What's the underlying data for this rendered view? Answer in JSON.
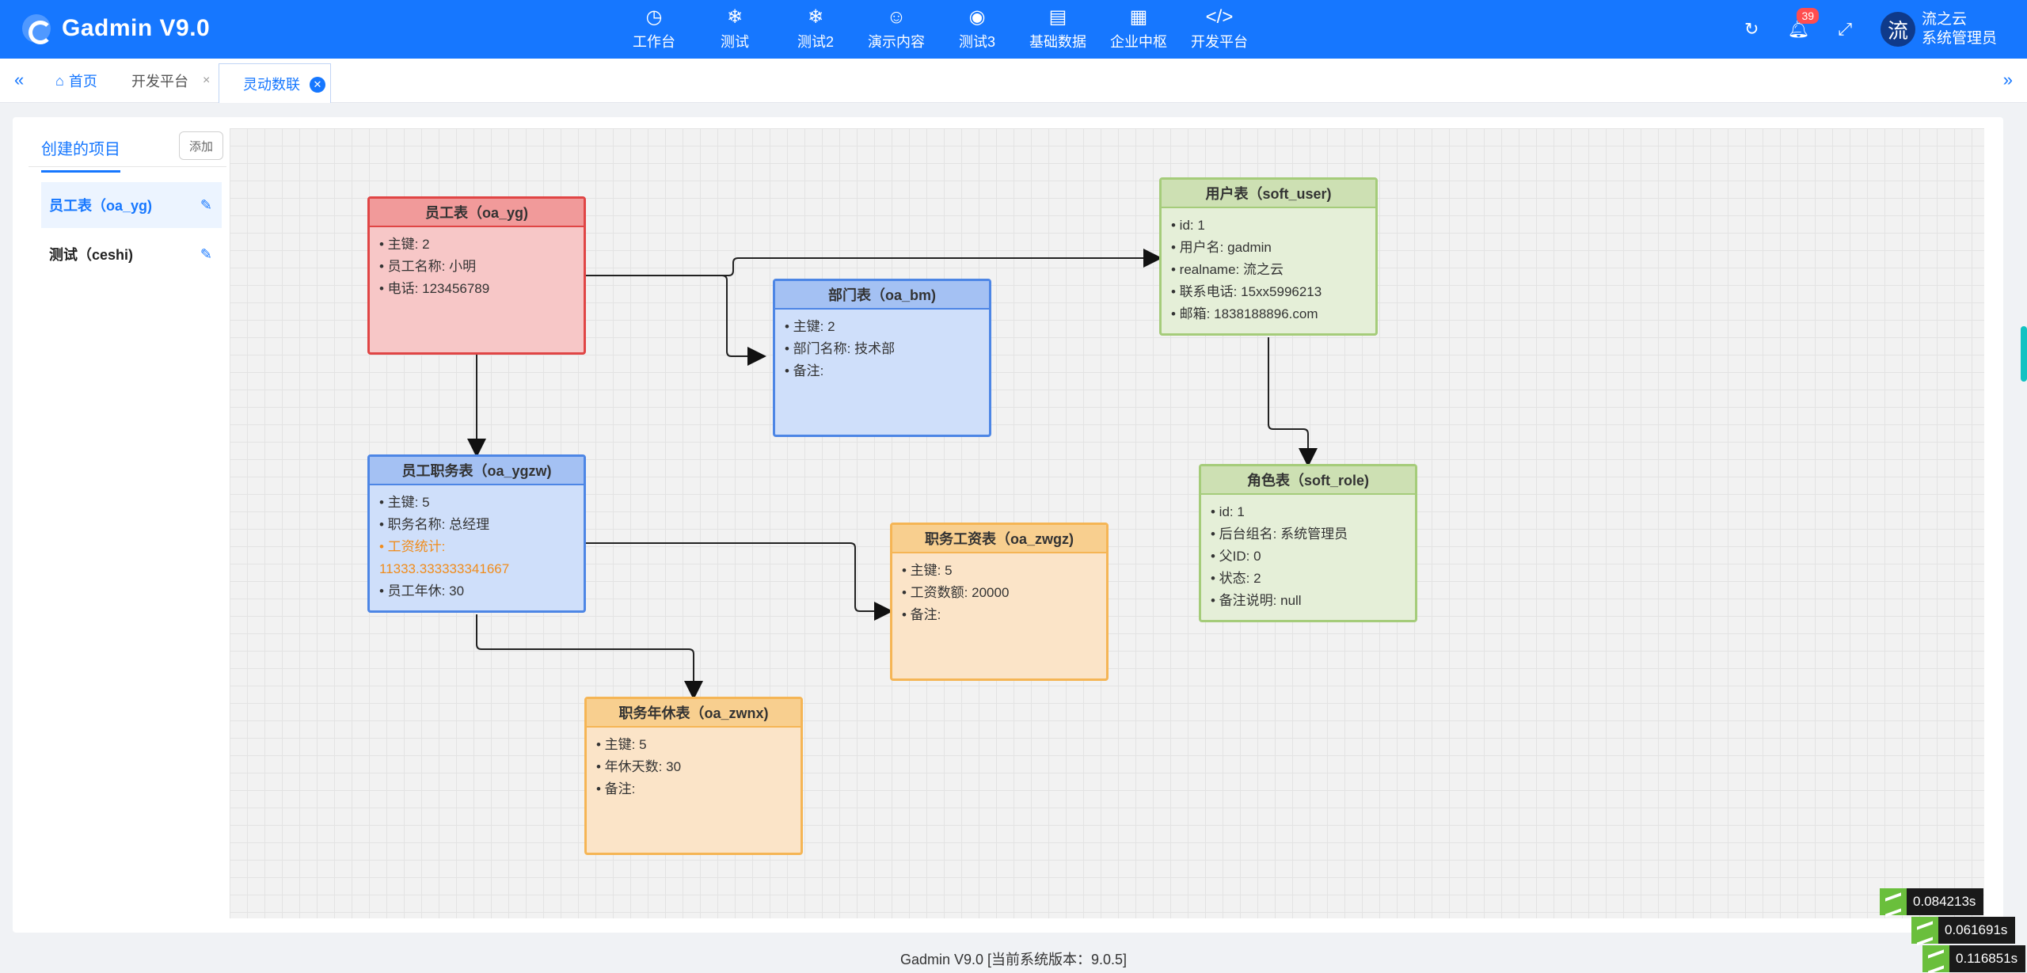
{
  "app": {
    "title": "Gadmin V9.0"
  },
  "nav": [
    {
      "label": "工作台",
      "icon": "dashboard-icon"
    },
    {
      "label": "测试",
      "icon": "snowflake-icon"
    },
    {
      "label": "测试2",
      "icon": "snowflake-icon"
    },
    {
      "label": "演示内容",
      "icon": "smile-icon"
    },
    {
      "label": "测试3",
      "icon": "compass-icon"
    },
    {
      "label": "基础数据",
      "icon": "clipboard-icon"
    },
    {
      "label": "企业中枢",
      "icon": "apps-icon"
    },
    {
      "label": "开发平台",
      "icon": "code-icon"
    }
  ],
  "header": {
    "notification_count": "39",
    "avatar_char": "流",
    "user_name": "流之云",
    "user_role": "系统管理员"
  },
  "tabs": {
    "home": "首页",
    "dev": "开发平台",
    "active": "灵动数联"
  },
  "sidebar": {
    "title": "创建的项目",
    "add_label": "添加",
    "projects": [
      {
        "label": "员工表（oa_yg)"
      },
      {
        "label": "测试（ceshi)"
      }
    ]
  },
  "tables": {
    "oa_yg": {
      "title": "员工表（oa_yg)",
      "rows": [
        "• 主键: 2",
        "• 员工名称: 小明",
        "• 电话: 123456789"
      ]
    },
    "oa_bm": {
      "title": "部门表（oa_bm)",
      "rows": [
        "• 主键: 2",
        "• 部门名称: 技术部",
        "• 备注:"
      ]
    },
    "soft_user": {
      "title": "用户表（soft_user)",
      "rows": [
        "• id: 1",
        "• 用户名: gadmin",
        "• realname: 流之云",
        "• 联系电话: 15xx5996213",
        "• 邮箱: 1838188896.com"
      ]
    },
    "oa_ygzw": {
      "title": "员工职务表（oa_ygzw)",
      "rows": [
        "• 主键: 5",
        "• 职务名称: 总经理"
      ],
      "warn_row": "• 工资统计: 11333.333333341667",
      "last_row": "• 员工年休: 30"
    },
    "soft_role": {
      "title": "角色表（soft_role)",
      "rows": [
        "• id: 1",
        "• 后台组名: 系统管理员",
        "• 父ID: 0",
        "• 状态: 2",
        "• 备注说明: null"
      ]
    },
    "oa_zwgz": {
      "title": "职务工资表（oa_zwgz)",
      "rows": [
        "• 主键: 5",
        "• 工资数额: 20000",
        "• 备注:"
      ]
    },
    "oa_zwnx": {
      "title": "职务年休表（oa_zwnx)",
      "rows": [
        "• 主键: 5",
        "• 年休天数: 30",
        "• 备注:"
      ]
    }
  },
  "footer": {
    "text": "Gadmin V9.0 [当前系统版本：9.0.5]"
  },
  "perf": [
    "0.084213s",
    "0.061691s",
    "0.116851s"
  ]
}
